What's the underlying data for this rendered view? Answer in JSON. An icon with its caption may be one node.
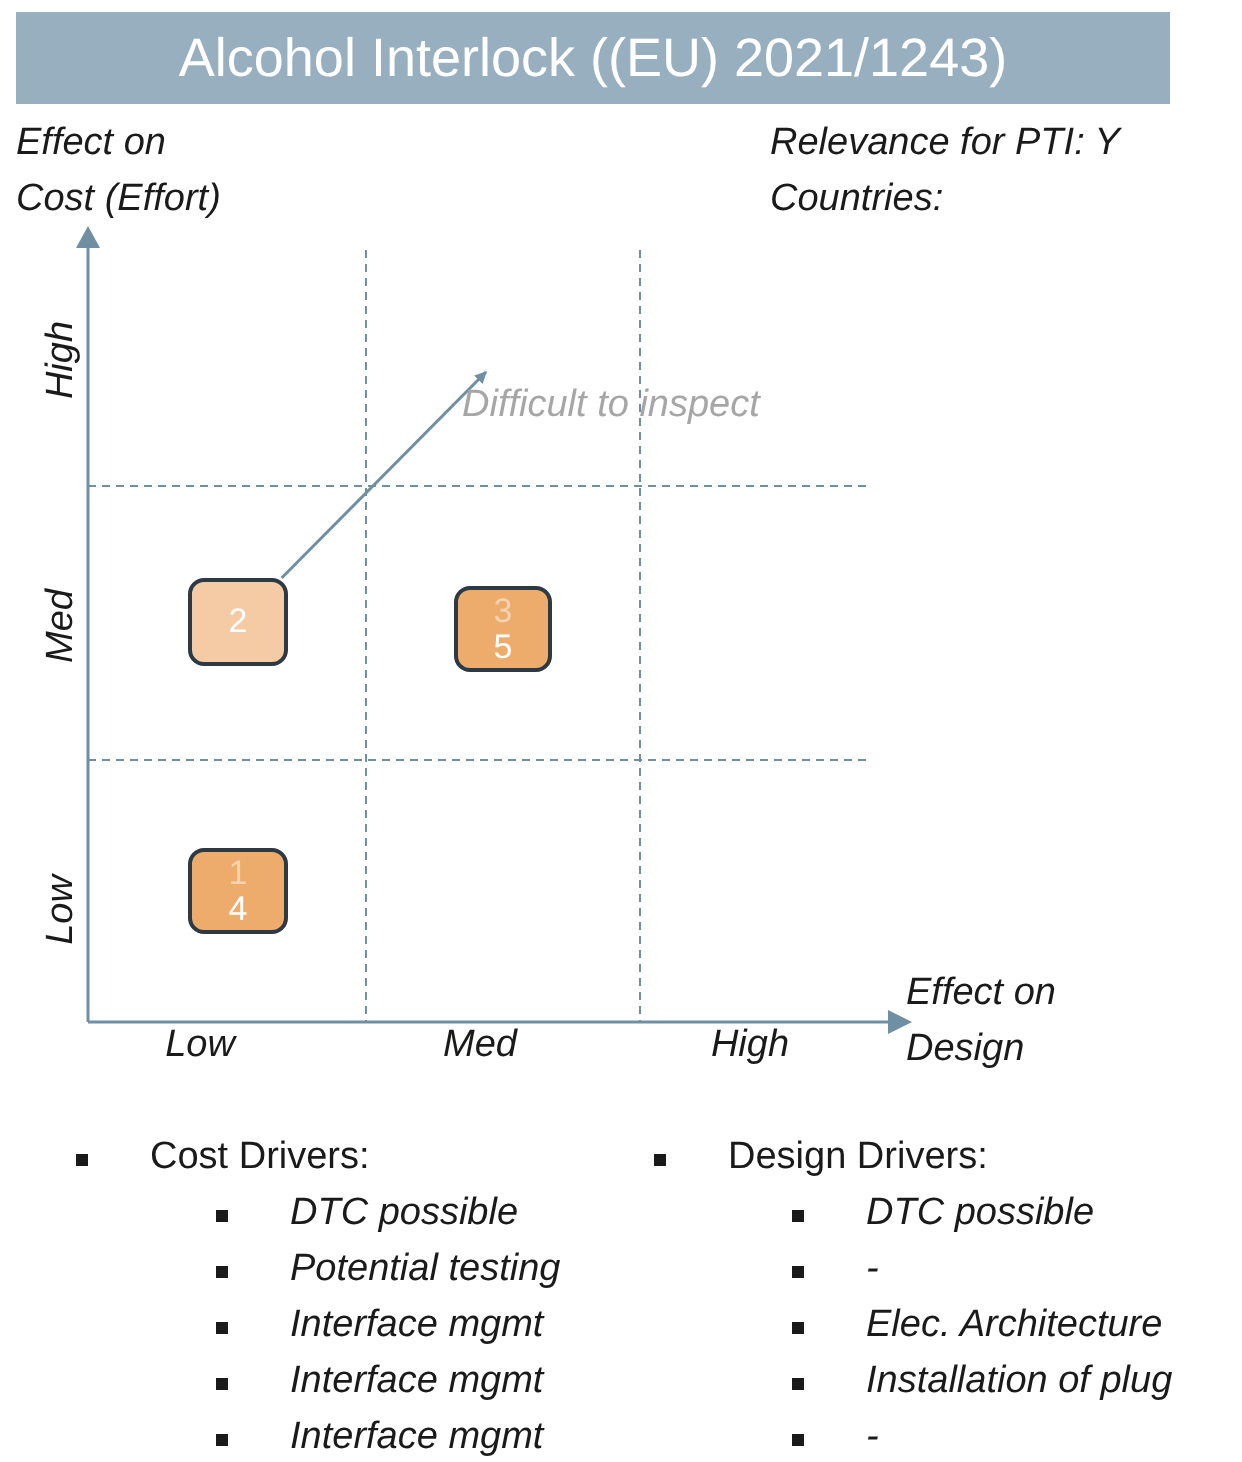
{
  "diagram": {
    "title": "Alcohol Interlock ((EU) 2021/1243)",
    "nodes": [
      {
        "text": [
          "2"
        ]
      },
      {
        "text": [
          "3",
          "5"
        ]
      },
      {
        "text": [
          "1",
          "4"
        ]
      },
      {
        "text": [
          "Difficult to inspect"
        ]
      }
    ],
    "edges": [
      {
        "from": 0,
        "to": 3,
        "arrow": "to"
      }
    ],
    "labels": [
      "Effect on Cost (Effort)",
      "Relevance for PTI: Y",
      "Countries:",
      "High",
      "Med",
      "Low",
      "Low",
      "Med",
      "High",
      "Effect on Design",
      "Cost Drivers:",
      "DTC possible",
      "Potential testing",
      "Interface mgmt",
      "Interface mgmt",
      "Interface mgmt",
      "Design Drivers:",
      "DTC possible",
      "-",
      "Elec. Architecture",
      "Installation of plug",
      "-"
    ]
  }
}
